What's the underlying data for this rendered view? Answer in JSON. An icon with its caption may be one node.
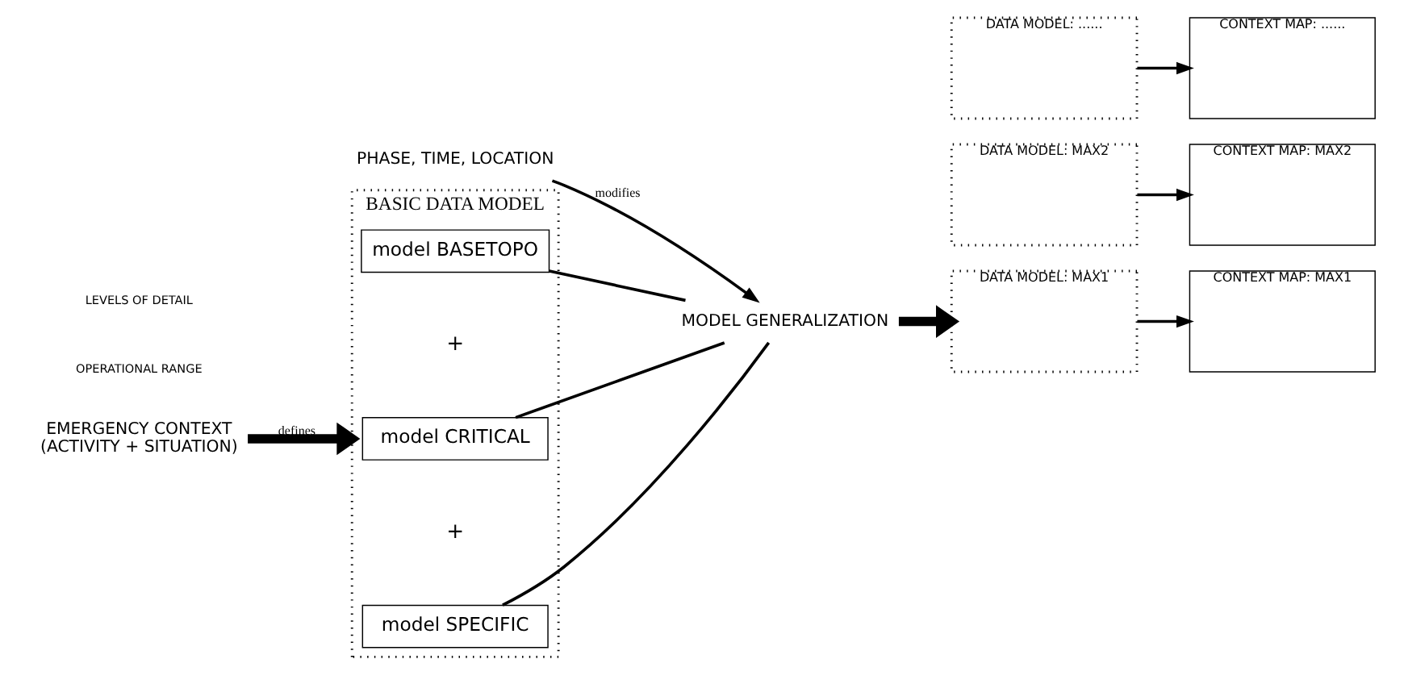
{
  "diagram": {
    "nodes": [
      {
        "text": [
          "EMERGENCY CONTEXT",
          "(ACTIVITY + SITUATION)"
        ]
      },
      {
        "text": [
          "BASIC DATA MODEL"
        ]
      },
      {
        "text": [
          "model BASETOPO"
        ],
        "in": 1
      },
      {
        "text": [
          "model CRITICAL"
        ],
        "in": 1
      },
      {
        "text": [
          "model SPECIFIC"
        ],
        "in": 1
      },
      {
        "text": [
          "PHASE, TIME, LOCATION"
        ]
      },
      {
        "text": [
          "MODEL GENERALIZATION"
        ]
      },
      {
        "text": [
          "DATA MODEL: MAX1"
        ]
      },
      {
        "text": [
          "DATA MODEL: MAX2"
        ]
      },
      {
        "text": [
          "DATA MODEL: ......"
        ]
      },
      {
        "text": [
          "CONTEXT MAP: MAX1"
        ]
      },
      {
        "text": [
          "CONTEXT MAP: MAX2"
        ]
      },
      {
        "text": [
          "CONTEXT MAP: ......"
        ]
      }
    ],
    "edges": [
      {
        "from": 0,
        "to": 1,
        "arrow": "to",
        "label": "defines",
        "style": "thick"
      },
      {
        "from": 2,
        "to": 6,
        "arrow": "none"
      },
      {
        "from": 3,
        "to": 6,
        "arrow": "none"
      },
      {
        "from": 4,
        "to": 6,
        "arrow": "none"
      },
      {
        "from": 5,
        "to": 6,
        "arrow": "to",
        "label": "modifies"
      },
      {
        "from": 6,
        "to": 7,
        "arrow": "to",
        "style": "thick"
      },
      {
        "from": 7,
        "to": 10,
        "arrow": "to"
      },
      {
        "from": 8,
        "to": 11,
        "arrow": "to"
      },
      {
        "from": 9,
        "to": 12,
        "arrow": "to"
      }
    ],
    "labels": [
      "+",
      "+",
      "OPERATIONAL RANGE",
      "LEVELS OF DETAIL"
    ]
  }
}
